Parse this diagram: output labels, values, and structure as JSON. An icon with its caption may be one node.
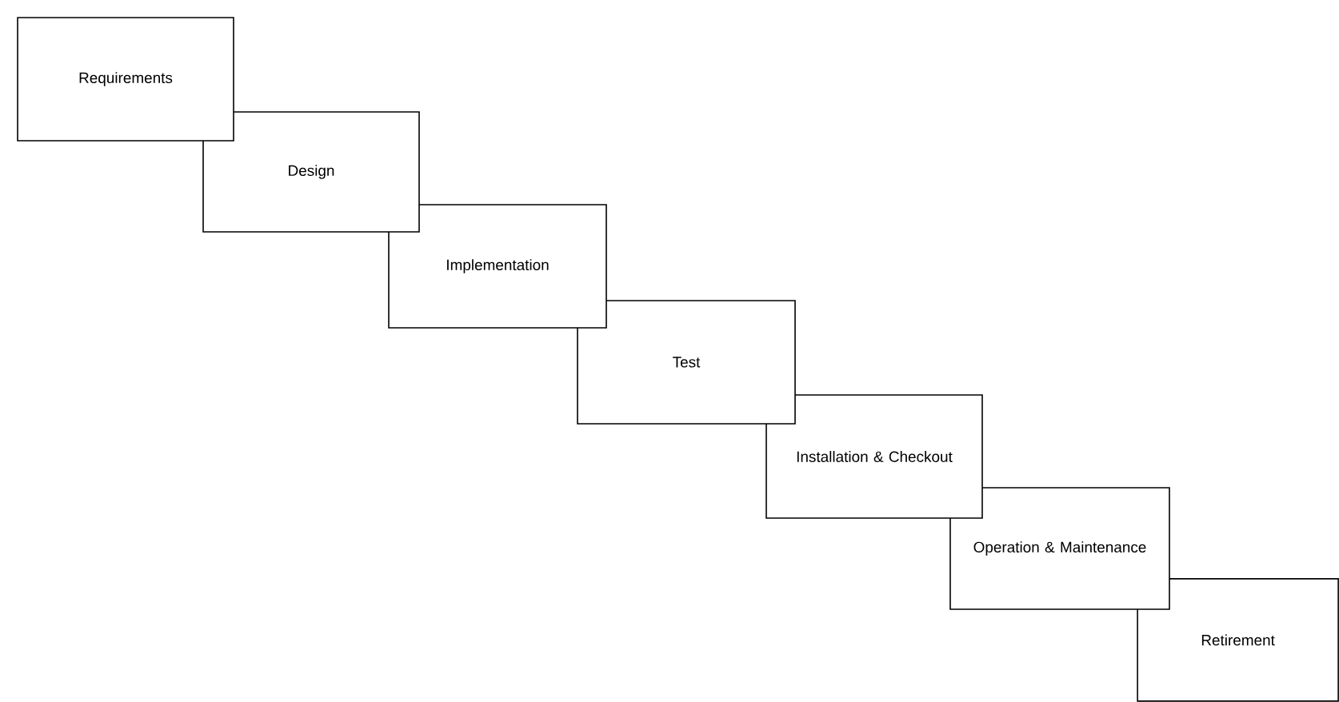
{
  "diagram": {
    "nodes": [
      {
        "text": [
          "Requirements"
        ]
      },
      {
        "text": [
          "Design"
        ]
      },
      {
        "text": [
          "Implementation"
        ]
      },
      {
        "text": [
          "Test"
        ]
      },
      {
        "text": [
          "Installation & Checkout"
        ]
      },
      {
        "text": [
          "Operation & Maintenance"
        ]
      },
      {
        "text": [
          "Retirement"
        ]
      }
    ]
  }
}
